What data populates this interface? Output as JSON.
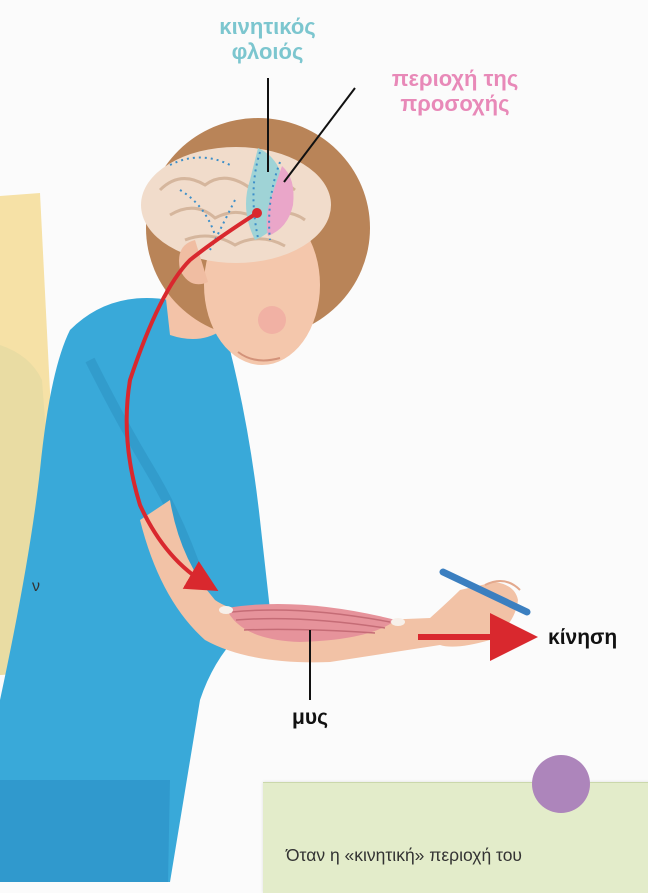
{
  "labels": {
    "motor_cortex_line1": "κινητικός",
    "motor_cortex_line2": "φλοιός",
    "attention_line1": "περιοχή της",
    "attention_line2": "προσοχής",
    "muscle": "μυς",
    "movement": "κίνηση"
  },
  "side_panel": {
    "text_fragment": "ν"
  },
  "note_box": {
    "text": "Όταν η «κινητική» περιοχή του"
  },
  "colors": {
    "motor_cortex": "#7cc6cf",
    "attention_area": "#e889b8",
    "signal_arrow": "#d9282e",
    "side_panel": "#f6e1a6",
    "note_box": "#e3ecca",
    "note_dot": "#ad85bb",
    "shirt": "#39a9d9"
  }
}
